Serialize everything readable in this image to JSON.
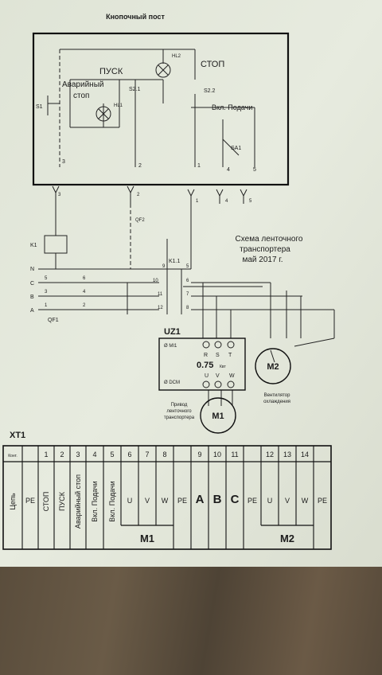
{
  "title": "Кнопочный пост",
  "labels": {
    "pusk": "ПУСК",
    "stop": "СТОП",
    "avariyniy": "Аварийный",
    "stop2": "стоп",
    "vkl_podachi": "Вкл. Подачи",
    "s1": "S1",
    "s21": "S2.1",
    "s22": "S2.2",
    "hl1": "HL1",
    "hl2": "HL2",
    "sa1": "SA1",
    "k1": "K1",
    "k11": "K1.1",
    "qf1": "QF1",
    "qf2": "QF2",
    "n": "N",
    "c": "C",
    "b": "B",
    "a": "A",
    "uz1": "UZ1",
    "m1": "M1",
    "m2": "M2",
    "mi1": "Ø MI1",
    "dcm": "Ø DCM",
    "kw": "0.75",
    "kw_unit": "Квт",
    "r": "R",
    "s": "S",
    "t": "T",
    "u": "U",
    "v": "V",
    "w": "W"
  },
  "wire_numbers": {
    "top": [
      "3",
      "2",
      "1",
      "4",
      "5"
    ],
    "mid": [
      "3",
      "2",
      "1",
      "4",
      "5"
    ],
    "left_terms": [
      "5",
      "3",
      "1"
    ],
    "qf_out": [
      "6",
      "4",
      "2"
    ],
    "k_in": [
      "9",
      "10",
      "11",
      "12"
    ],
    "k_out": [
      "5",
      "6",
      "7",
      "8"
    ]
  },
  "schema_caption": [
    "Схема ленточного",
    "транспортера",
    "май 2017 г."
  ],
  "drive_caption": [
    "Привод",
    "ленточного",
    "транспортера"
  ],
  "fan_caption": [
    "Вентилятор",
    "охлаждения"
  ],
  "terminal_block": {
    "name": "XT1",
    "header_label": "Конт.",
    "numbers": [
      "",
      "",
      "1",
      "2",
      "3",
      "4",
      "5",
      "6",
      "7",
      "8",
      "",
      "9",
      "10",
      "11",
      "",
      "12",
      "13",
      "14",
      ""
    ],
    "cells": [
      "Цепь",
      "PE",
      "СТОП",
      "ПУСК",
      "Аварийный стоп",
      "Вкл. Подачи",
      "Вкл. Подачи",
      "U",
      "V",
      "W",
      "PE",
      "A",
      "B",
      "C",
      "PE",
      "U",
      "V",
      "W",
      "PE"
    ],
    "groups": [
      {
        "label": "M1"
      },
      {
        "label": "M2"
      }
    ]
  }
}
